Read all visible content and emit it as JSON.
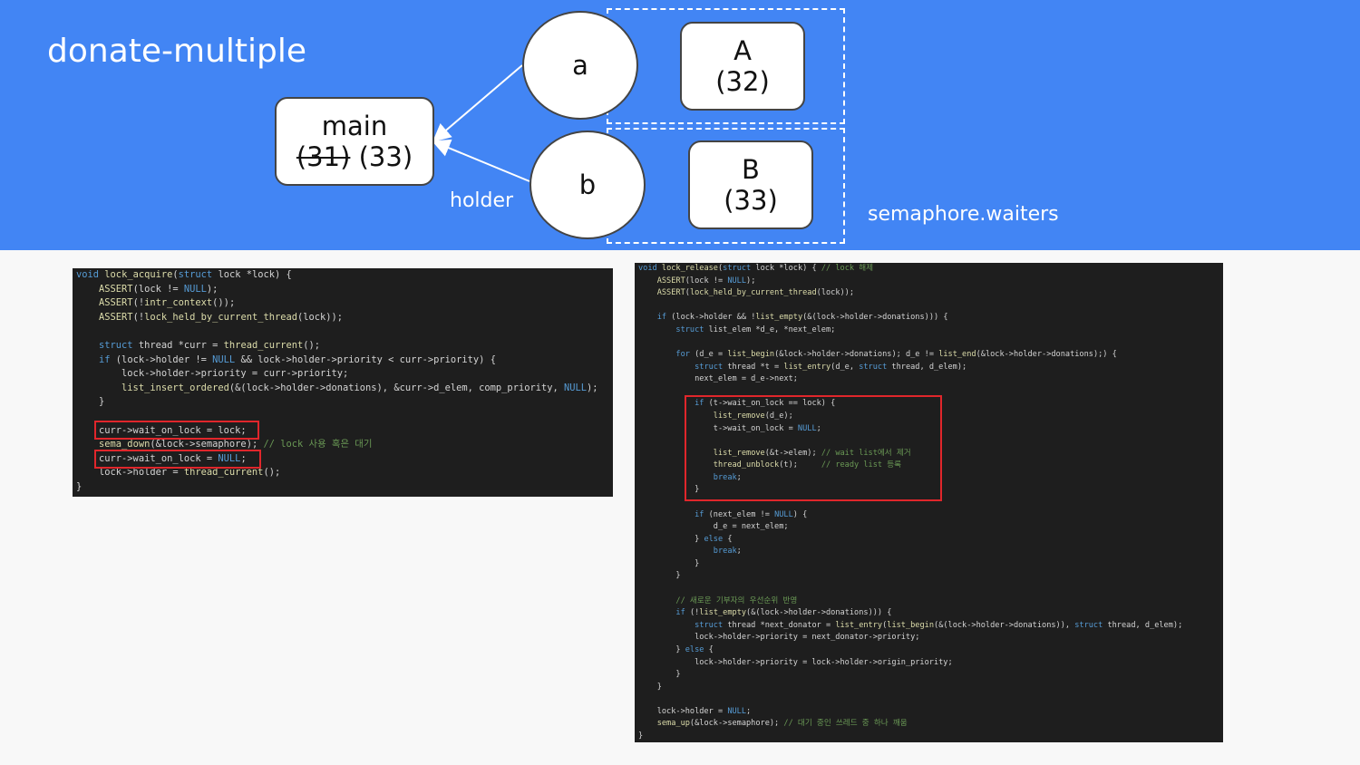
{
  "slide": {
    "title": "donate-multiple",
    "colors": {
      "banner": "#4285f4",
      "background": "#f8f8f8",
      "code_bg": "#1e1e1e",
      "highlight": "#e0262b"
    }
  },
  "diagram": {
    "main_box": {
      "name": "main",
      "old_priority": "(31)",
      "new_priority": "(33)"
    },
    "circle_a": "a",
    "circle_b": "b",
    "box_A": {
      "name": "A",
      "priority": "(32)"
    },
    "box_B": {
      "name": "B",
      "priority": "(33)"
    },
    "holder_label": "holder",
    "waiters_label": "semaphore.waiters"
  },
  "code_left": {
    "lines": [
      "void lock_acquire(struct lock *lock) {",
      "    ASSERT(lock != NULL);",
      "    ASSERT(!intr_context());",
      "    ASSERT(!lock_held_by_current_thread(lock));",
      "",
      "    struct thread *curr = thread_current();",
      "    if (lock->holder != NULL && lock->holder->priority < curr->priority) {",
      "        lock->holder->priority = curr->priority;",
      "        list_insert_ordered(&(lock->holder->donations), &curr->d_elem, comp_priority, NULL);",
      "    }",
      "",
      "    curr->wait_on_lock = lock;",
      "    sema_down(&lock->semaphore); // lock 사용 혹은 대기",
      "    curr->wait_on_lock = NULL;",
      "    lock->holder = thread_current();",
      "}"
    ]
  },
  "code_right": {
    "lines": [
      "void lock_release(struct lock *lock) { // lock 해제",
      "    ASSERT(lock != NULL);",
      "    ASSERT(lock_held_by_current_thread(lock));",
      "",
      "    if (lock->holder && !list_empty(&(lock->holder->donations))) {",
      "        struct list_elem *d_e, *next_elem;",
      "",
      "        for (d_e = list_begin(&lock->holder->donations); d_e != list_end(&lock->holder->donations);) {",
      "            struct thread *t = list_entry(d_e, struct thread, d_elem);",
      "            next_elem = d_e->next;",
      "",
      "            if (t->wait_on_lock == lock) {",
      "                list_remove(d_e);",
      "                t->wait_on_lock = NULL;",
      "",
      "                list_remove(&t->elem); // wait list에서 제거",
      "                thread_unblock(t);     // ready list 등록",
      "                break;",
      "            }",
      "",
      "            if (next_elem != NULL) {",
      "                d_e = next_elem;",
      "            } else {",
      "                break;",
      "            }",
      "        }",
      "",
      "        // 새로운 기부자의 우선순위 반영",
      "        if (!list_empty(&(lock->holder->donations))) {",
      "            struct thread *next_donator = list_entry(list_begin(&(lock->holder->donations)), struct thread, d_elem);",
      "            lock->holder->priority = next_donator->priority;",
      "        } else {",
      "            lock->holder->priority = lock->holder->origin_priority;",
      "        }",
      "    }",
      "",
      "    lock->holder = NULL;",
      "    sema_up(&lock->semaphore); // 대기 중인 쓰레드 중 하나 깨움",
      "}"
    ]
  }
}
